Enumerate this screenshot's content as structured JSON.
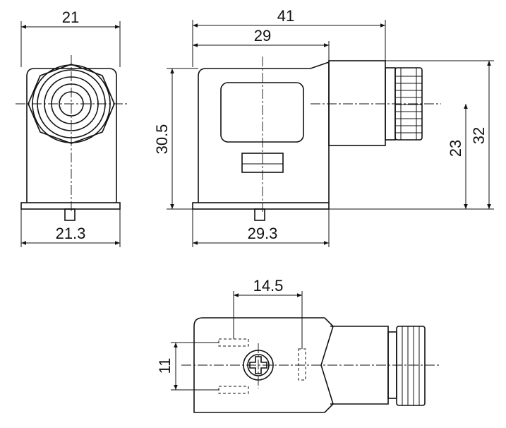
{
  "dimensions": {
    "front_width_top": "21",
    "front_width_bottom": "21.3",
    "side_width_total": "41",
    "side_width_body": "29",
    "side_height": "30.5",
    "side_width_bottom": "29.3",
    "center_height": "23",
    "total_height": "32",
    "pin_spacing_horizontal": "14.5",
    "pin_spacing_vertical": "11"
  }
}
